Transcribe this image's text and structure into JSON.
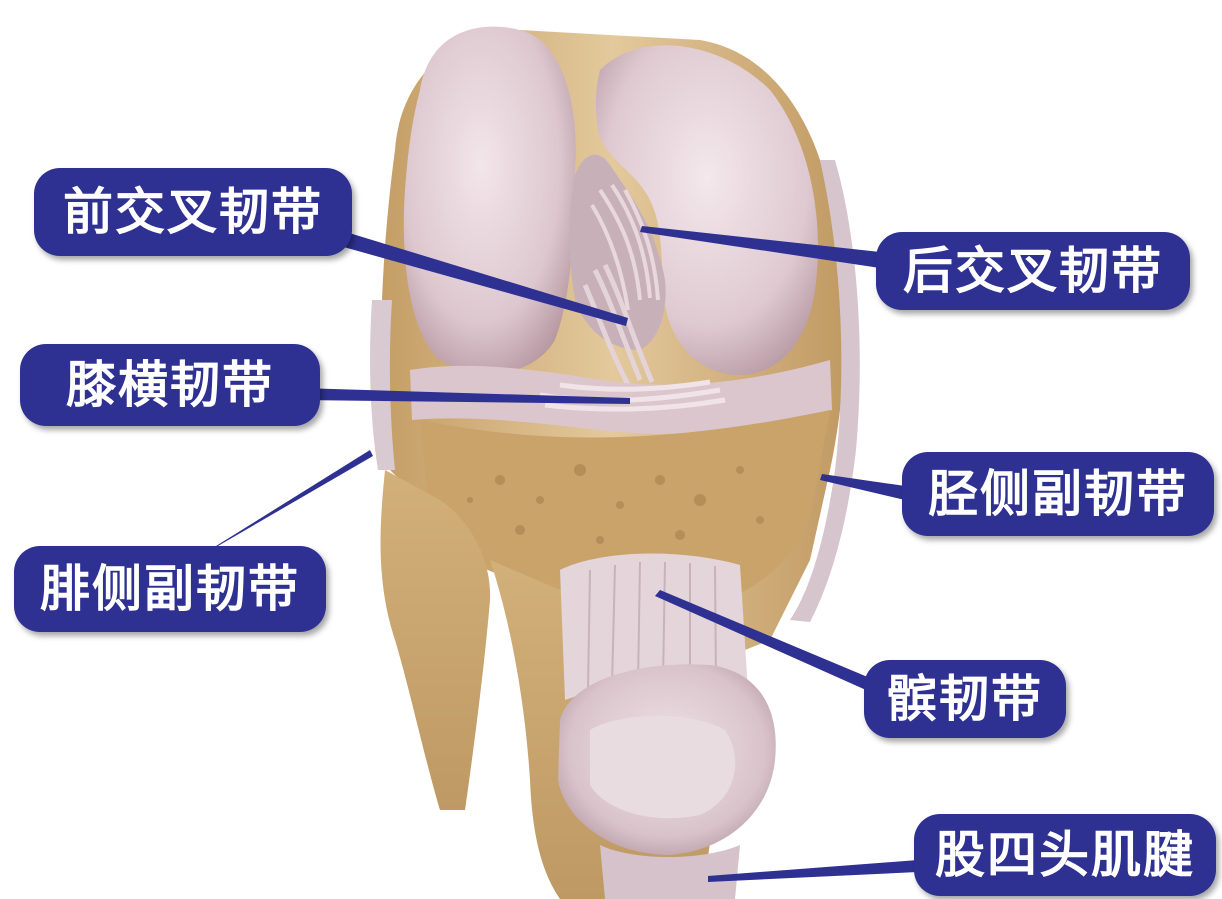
{
  "labels": {
    "anterior_cruciate": "前交叉韧带",
    "posterior_cruciate": "后交叉韧带",
    "transverse": "膝横韧带",
    "tibial_collateral": "胫侧副韧带",
    "fibular_collateral": "腓侧副韧带",
    "patellar": "髌韧带",
    "quadriceps_tendon": "股四头肌腱"
  },
  "colors": {
    "label_fill": "#2e3192",
    "label_text": "#ffffff",
    "bone": "#d9c09a",
    "cartilage": "#e7d3d8",
    "ligament": "#d8c7cf",
    "cancellous_bone": "#c9a36a"
  }
}
